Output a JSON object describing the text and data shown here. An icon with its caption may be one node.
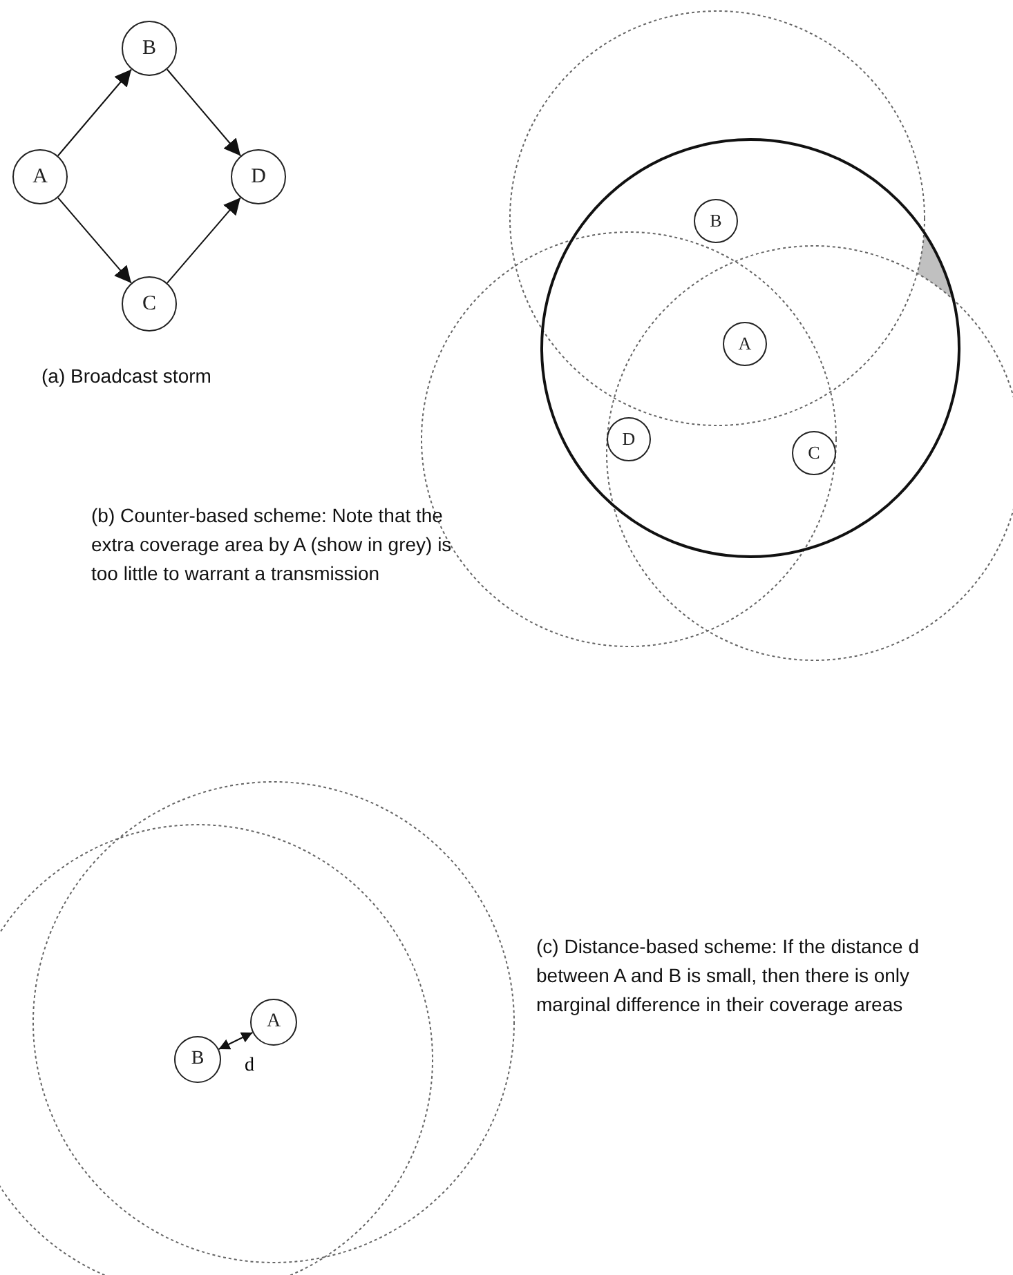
{
  "diagram": {
    "nodes": [
      {
        "text": [
          "B"
        ]
      },
      {
        "text": [
          "A"
        ]
      },
      {
        "text": [
          "D"
        ]
      },
      {
        "text": [
          "C"
        ]
      },
      {
        "text": [
          "B"
        ]
      },
      {
        "text": [
          "A"
        ]
      },
      {
        "text": [
          "D"
        ]
      },
      {
        "text": [
          "C"
        ]
      },
      {
        "text": [
          "A"
        ]
      },
      {
        "text": [
          "B"
        ]
      }
    ],
    "edges": [
      {
        "from": 1,
        "to": 0,
        "arrow": "to"
      },
      {
        "from": 0,
        "to": 2,
        "arrow": "to"
      },
      {
        "from": 1,
        "to": 3,
        "arrow": "to"
      },
      {
        "from": 3,
        "to": 2,
        "arrow": "to"
      },
      {
        "from": 9,
        "to": 8,
        "arrow": "both",
        "label": "d"
      }
    ],
    "labels": [
      "(a) Broadcast storm",
      "(b) Counter-based scheme: Note that the extra coverage area by A (show in grey) is too little to warrant a transmission",
      "(c) Distance-based scheme: If the distance d between A and B is small, then there is only marginal difference in their coverage areas"
    ]
  }
}
